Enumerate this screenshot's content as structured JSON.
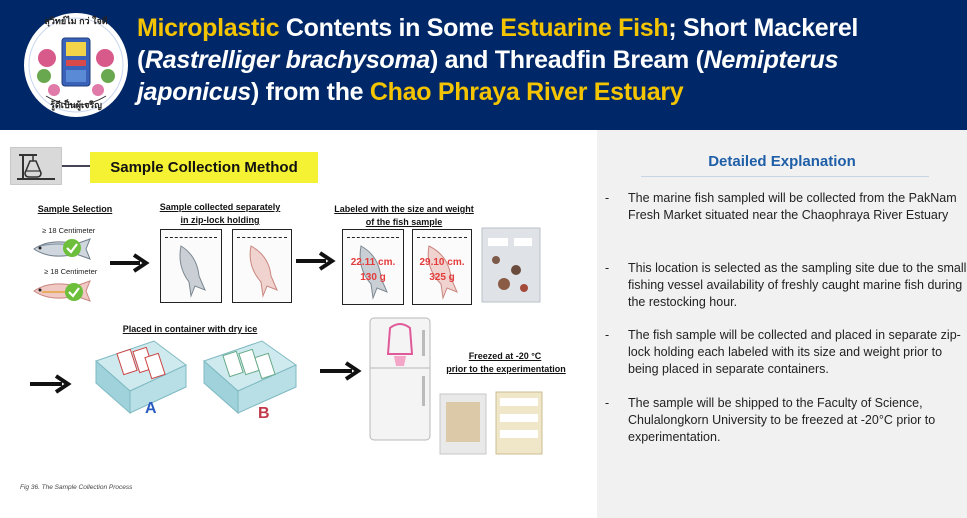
{
  "header": {
    "title_parts": [
      {
        "text": "Microplastic",
        "style": "hl"
      },
      {
        "text": " Contents in Some ",
        "style": "plain"
      },
      {
        "text": "Estuarine Fish",
        "style": "hl"
      },
      {
        "text": "; Short Mackerel (",
        "style": "plain"
      },
      {
        "text": "Rastrelliger brachysoma",
        "style": "italic"
      },
      {
        "text": ") and Threadfin Bream (",
        "style": "plain"
      },
      {
        "text": "Nemipterus japonicus",
        "style": "italic"
      },
      {
        "text": ") from the ",
        "style": "plain"
      },
      {
        "text": "Chao Phraya River Estuary",
        "style": "hl"
      }
    ],
    "logo_icon": "school-crest-logo",
    "logo_text_top": "สุวิทย์ไม กว่ ใจดี",
    "logo_text_bottom": "รู้ดีเป็นผู้เจริญ"
  },
  "section": {
    "title": "Sample Collection Method",
    "icon": "lab-flask-icon"
  },
  "diagram": {
    "step1_label": "Sample Selection",
    "size1": "≥ 18 Centimeter",
    "size2": "≥ 18 Centimeter",
    "step2_label_line1": "Sample collected separately",
    "step2_label_line2": "in zip-lock holding",
    "step3_label_line1": "Labeled with the size and weight",
    "step3_label_line2": "of the fish sample",
    "bag1_size": "22.11 cm.",
    "bag1_weight": "130 g",
    "bag2_size": "29.10 cm.",
    "bag2_weight": "325 g",
    "step4_label": "Placed in container with dry ice",
    "container_a": "A",
    "container_b": "B",
    "step5_label_line1": "Freezed at -20 °C",
    "step5_label_line2": "prior to the experimentation",
    "caption": "Fig 36. The Sample Collection Process"
  },
  "explanation": {
    "title": "Detailed Explanation",
    "bullets": [
      "The marine fish sampled will be collected from the PakNam Fresh Market  situated near the Chaophraya River Estuary",
      "This location is selected as the sampling site due to the small fishing vessel availability of freshly caught marine fish during the restocking hour.",
      "The fish sample will be collected and placed in separate zip-lock holding each labeled with its size and weight prior to being placed in separate containers.",
      "The sample will be shipped to the Faculty of Science, Chulalongkorn University to be freezed at -20°C prior to experimentation."
    ],
    "dash": "-"
  },
  "colors": {
    "header_bg": "#002868",
    "highlight": "#f5c400",
    "section_bg": "#f5f233",
    "accent_blue": "#1f5fa8",
    "label_red": "#e43b3b"
  }
}
